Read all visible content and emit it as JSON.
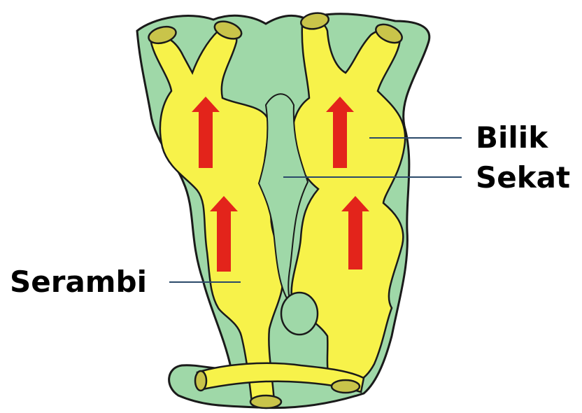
{
  "labels": {
    "bilik": "Bilik",
    "sekat": "Sekat",
    "serambi": "Serambi"
  },
  "colors": {
    "tissue": "#9fd8a8",
    "tissue_outline": "#1a1a1a",
    "chamber": "#f7f24a",
    "vessel_end": "#c9c44a",
    "arrow": "#e3241b",
    "leader": "#2b4a6a"
  },
  "icons": {
    "arrow": "arrow-up-icon"
  }
}
